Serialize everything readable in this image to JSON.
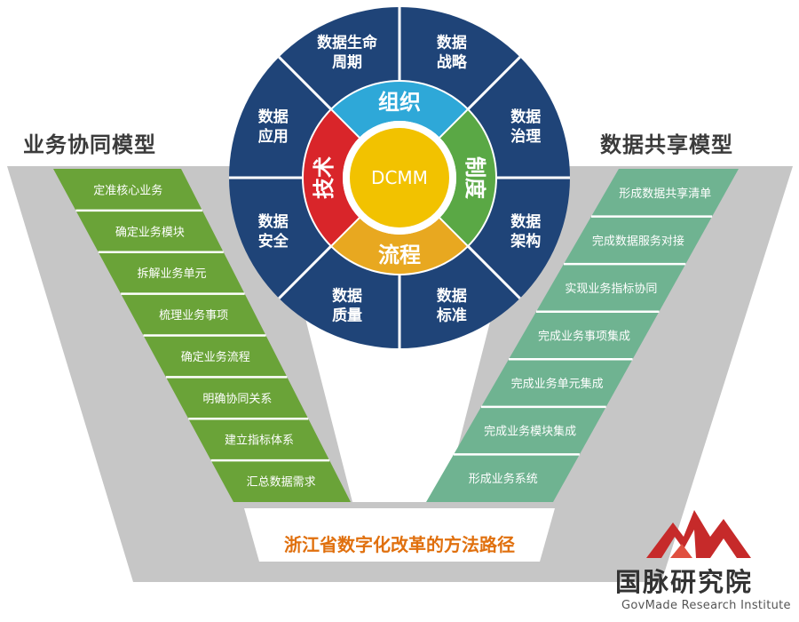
{
  "titles": {
    "left": "业务协同模型",
    "right": "数据共享模型",
    "bottom": "浙江省数字化改革的方法路径"
  },
  "left_steps": [
    "定准核心业务",
    "确定业务模块",
    "拆解业务单元",
    "梳理业务事项",
    "确定业务流程",
    "明确协同关系",
    "建立指标体系",
    "汇总数据需求"
  ],
  "right_steps": [
    "形成数据共享清单",
    "完成数据服务对接",
    "实现业务指标协同",
    "完成业务事项集成",
    "完成业务单元集成",
    "完成业务模块集成",
    "形成业务系统"
  ],
  "wheel": {
    "center": "DCMM",
    "inner_ring": [
      {
        "label": "组织",
        "color": "#2ea8d8"
      },
      {
        "label": "制度",
        "color": "#5aa845"
      },
      {
        "label": "流程",
        "color": "#e8a820"
      },
      {
        "label": "技术",
        "color": "#d9252a"
      }
    ],
    "outer_segments": [
      [
        "数据",
        "战略"
      ],
      [
        "数据",
        "治理"
      ],
      [
        "数据",
        "架构"
      ],
      [
        "数据",
        "标准"
      ],
      [
        "数据",
        "质量"
      ],
      [
        "数据",
        "安全"
      ],
      [
        "数据",
        "应用"
      ],
      [
        "数据生命",
        "周期"
      ]
    ]
  },
  "colors": {
    "left_band": "#6aa338",
    "right_band": "#6fb391",
    "v_gray": "#c6c6c6",
    "wheel_blue": "#1f4478",
    "center_yellow": "#f2c200",
    "bottom_text": "#e0700e",
    "logo_red": "#c62a2a"
  },
  "logo": {
    "icon": "mountain-logo-icon",
    "name_cn": "国脉研究院",
    "name_en": "GovMade Research Institute"
  }
}
